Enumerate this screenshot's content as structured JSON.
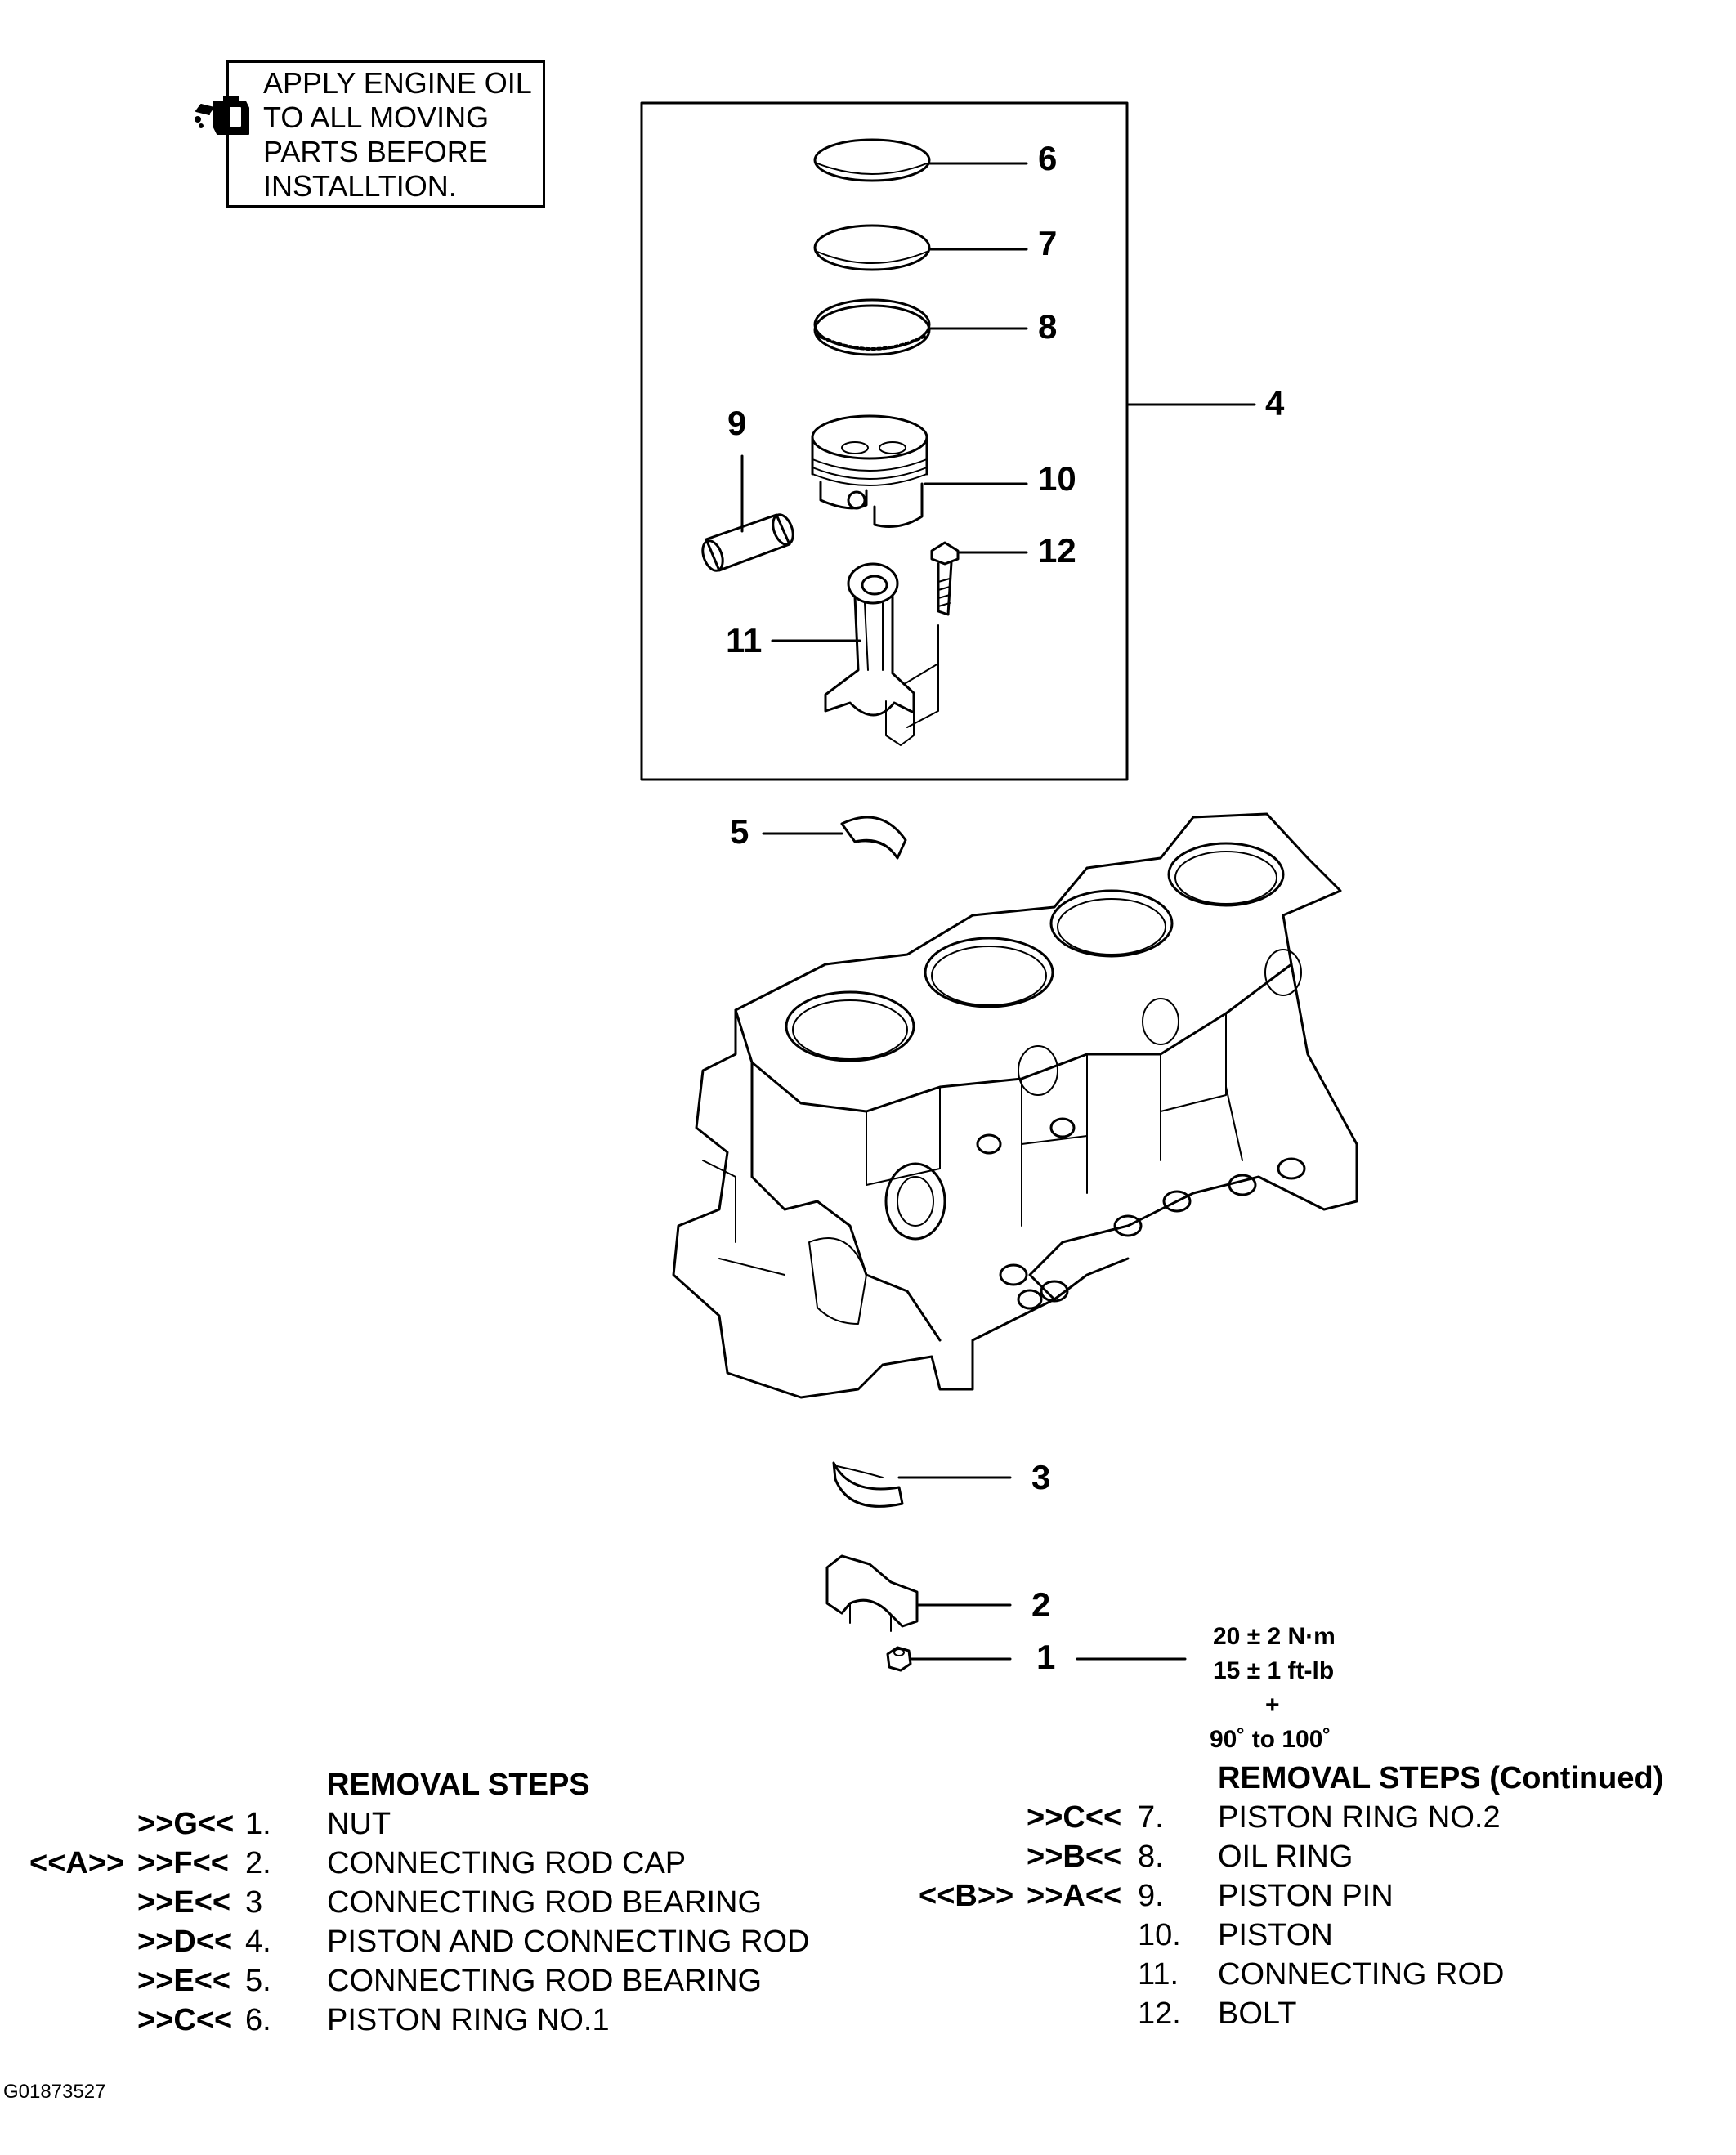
{
  "note": {
    "icon": "oil-can-icon",
    "lines": [
      "APPLY ENGINE OIL",
      "TO ALL MOVING",
      "PARTS BEFORE",
      "INSTALLTION."
    ]
  },
  "callouts": {
    "c1": "1",
    "c2": "2",
    "c3": "3",
    "c4": "4",
    "c5": "5",
    "c6": "6",
    "c7": "7",
    "c8": "8",
    "c9": "9",
    "c10": "10",
    "c11": "11",
    "c12": "12"
  },
  "torque": {
    "nm": "20 ± 2 N·m",
    "ftlb": "15 ± 1 ft-lb",
    "plus": "+",
    "angle": "90˚ to 100˚"
  },
  "removal_left": {
    "title": "REMOVAL STEPS",
    "steps": [
      {
        "pre": "",
        "mark": ">>G<<",
        "num": "1.",
        "label": "NUT"
      },
      {
        "pre": "<<A>>",
        "mark": ">>F<<",
        "num": "2.",
        "label": "CONNECTING ROD CAP"
      },
      {
        "pre": "",
        "mark": ">>E<<",
        "num": "3",
        "label": "CONNECTING ROD BEARING"
      },
      {
        "pre": "",
        "mark": ">>D<<",
        "num": "4.",
        "label": "PISTON AND CONNECTING ROD"
      },
      {
        "pre": "",
        "mark": ">>E<<",
        "num": "5.",
        "label": "CONNECTING ROD BEARING"
      },
      {
        "pre": "",
        "mark": ">>C<<",
        "num": "6.",
        "label": "PISTON RING NO.1"
      }
    ]
  },
  "removal_right": {
    "title": "REMOVAL STEPS (Continued)",
    "steps": [
      {
        "pre": "",
        "mark": ">>C<<",
        "num": "7.",
        "label": "PISTON RING NO.2"
      },
      {
        "pre": "",
        "mark": ">>B<<",
        "num": "8.",
        "label": "OIL RING"
      },
      {
        "pre": "<<B>>",
        "mark": ">>A<<",
        "num": "9.",
        "label": "PISTON PIN"
      },
      {
        "pre": "",
        "mark": "",
        "num": "10.",
        "label": "PISTON"
      },
      {
        "pre": "",
        "mark": "",
        "num": "11.",
        "label": "CONNECTING ROD"
      },
      {
        "pre": "",
        "mark": "",
        "num": "12.",
        "label": "BOLT"
      }
    ]
  },
  "figure_code": "G01873527"
}
